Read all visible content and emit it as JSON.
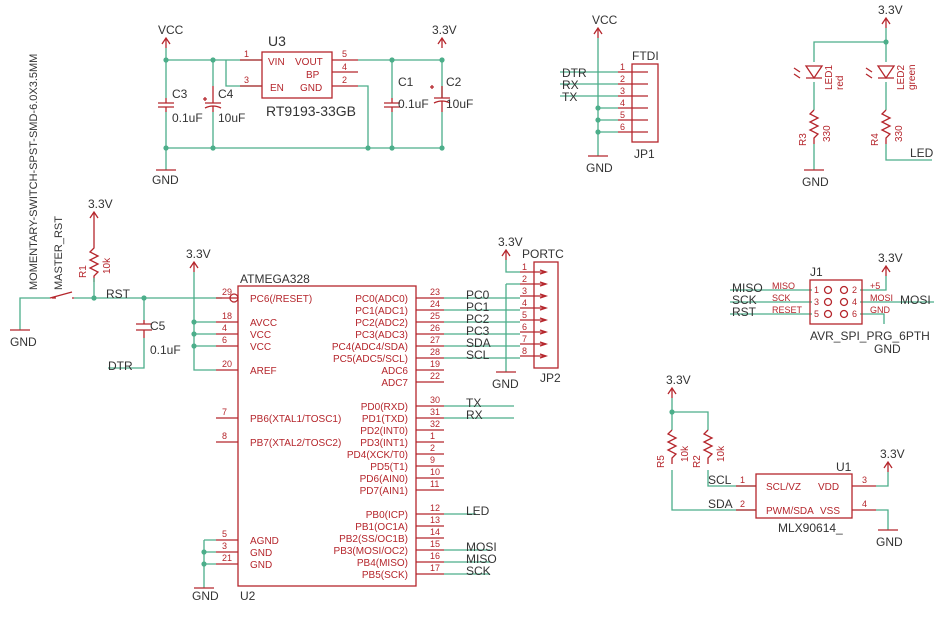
{
  "power": {
    "vcc": "VCC",
    "v33": "3.3V",
    "gnd": "GND"
  },
  "regulator": {
    "ref": "U3",
    "value": "RT9193-33GB",
    "pin_vin": "VIN",
    "pin_vout": "VOUT",
    "pin_bp": "BP",
    "pin_en": "EN",
    "pin_gnd": "GND",
    "n1": "1",
    "n2": "2",
    "n3": "3",
    "n4": "4",
    "n5": "5"
  },
  "caps": {
    "c3": {
      "ref": "C3",
      "value": "0.1uF"
    },
    "c4": {
      "ref": "C4",
      "value": "10uF"
    },
    "c1": {
      "ref": "C1",
      "value": "0.1uF"
    },
    "c2": {
      "ref": "C2",
      "value": "10uF"
    },
    "c5": {
      "ref": "C5",
      "value": "0.1uF"
    }
  },
  "ftdi": {
    "title": "FTDI",
    "ref": "JP1",
    "nets": [
      "DTR",
      "RX",
      "TX"
    ],
    "pins": [
      "1",
      "2",
      "3",
      "4",
      "5",
      "6"
    ]
  },
  "leds": {
    "led1": {
      "ref": "LED1",
      "color": "red"
    },
    "led2": {
      "ref": "LED2",
      "color": "green"
    },
    "r3": {
      "ref": "R3",
      "value": "330"
    },
    "r4": {
      "ref": "R4",
      "value": "330"
    },
    "net": "LED"
  },
  "reset": {
    "switch": "MOMENTARY-SWITCH-SPST-SMD-6.0X3.5MM",
    "name": "MASTER_RST",
    "r1": "R1",
    "r1v": "10k",
    "net_rst": "RST",
    "net_dtr": "DTR"
  },
  "mcu": {
    "name": "ATMEGA328",
    "ref": "U2",
    "left": [
      {
        "num": "29",
        "label": "PC6(/RESET)"
      },
      {
        "num": "18",
        "label": "AVCC"
      },
      {
        "num": "4",
        "label": "VCC"
      },
      {
        "num": "6",
        "label": "VCC"
      },
      {
        "num": "20",
        "label": "AREF"
      },
      {
        "num": "7",
        "label": "PB6(XTAL1/TOSC1)"
      },
      {
        "num": "8",
        "label": "PB7(XTAL2/TOSC2)"
      },
      {
        "num": "5",
        "label": "AGND"
      },
      {
        "num": "3",
        "label": "GND"
      },
      {
        "num": "21",
        "label": "GND"
      }
    ],
    "right": [
      {
        "num": "23",
        "label": "PC0(ADC0)",
        "net": "PC0"
      },
      {
        "num": "24",
        "label": "PC1(ADC1)",
        "net": "PC1"
      },
      {
        "num": "25",
        "label": "PC2(ADC2)",
        "net": "PC2"
      },
      {
        "num": "26",
        "label": "PC3(ADC3)",
        "net": "PC3"
      },
      {
        "num": "27",
        "label": "PC4(ADC4/SDA)",
        "net": "SDA"
      },
      {
        "num": "28",
        "label": "PC5(ADC5/SCL)",
        "net": "SCL"
      },
      {
        "num": "19",
        "label": "ADC6",
        "net": ""
      },
      {
        "num": "22",
        "label": "ADC7",
        "net": ""
      },
      {
        "num": "30",
        "label": "PD0(RXD)",
        "net": "TX"
      },
      {
        "num": "31",
        "label": "PD1(TXD)",
        "net": "RX"
      },
      {
        "num": "32",
        "label": "PD2(INT0)",
        "net": ""
      },
      {
        "num": "1",
        "label": "PD3(INT1)",
        "net": ""
      },
      {
        "num": "2",
        "label": "PD4(XCK/T0)",
        "net": ""
      },
      {
        "num": "9",
        "label": "PD5(T1)",
        "net": ""
      },
      {
        "num": "10",
        "label": "PD6(AIN0)",
        "net": ""
      },
      {
        "num": "11",
        "label": "PD7(AIN1)",
        "net": ""
      },
      {
        "num": "12",
        "label": "PB0(ICP)",
        "net": "LED"
      },
      {
        "num": "13",
        "label": "PB1(OC1A)",
        "net": ""
      },
      {
        "num": "14",
        "label": "PB2(SS/OC1B)",
        "net": ""
      },
      {
        "num": "15",
        "label": "PB3(MOSI/OC2)",
        "net": "MOSI"
      },
      {
        "num": "16",
        "label": "PB4(MISO)",
        "net": "MISO"
      },
      {
        "num": "17",
        "label": "PB5(SCK)",
        "net": "SCK"
      }
    ]
  },
  "portc": {
    "title": "PORTC",
    "ref": "JP2",
    "pins": [
      "1",
      "2",
      "3",
      "4",
      "5",
      "6",
      "7",
      "8"
    ]
  },
  "isp": {
    "ref": "J1",
    "name": "AVR_SPI_PRG_6PTH",
    "left": [
      {
        "net": "MISO",
        "lbl": "MISO",
        "num": "1"
      },
      {
        "net": "SCK",
        "lbl": "SCK",
        "num": "3"
      },
      {
        "net": "RST",
        "lbl": "RESET",
        "num": "5"
      }
    ],
    "right": [
      {
        "num": "2",
        "lbl": "+5"
      },
      {
        "num": "4",
        "lbl": "MOSI"
      },
      {
        "num": "6",
        "lbl": "GND"
      }
    ],
    "net_mosi": "MOSI"
  },
  "sensor": {
    "ref": "U1",
    "name": "MLX90614_",
    "r5": "R5",
    "r5v": "10k",
    "r2": "R2",
    "r2v": "10k",
    "scl": "SCL",
    "sda": "SDA",
    "pin_scl": "SCL/VZ",
    "pin_vdd": "VDD",
    "pin_sda": "PWM/SDA",
    "pin_vss": "VSS",
    "n1": "1",
    "n2": "2",
    "n3": "3",
    "n4": "4"
  }
}
